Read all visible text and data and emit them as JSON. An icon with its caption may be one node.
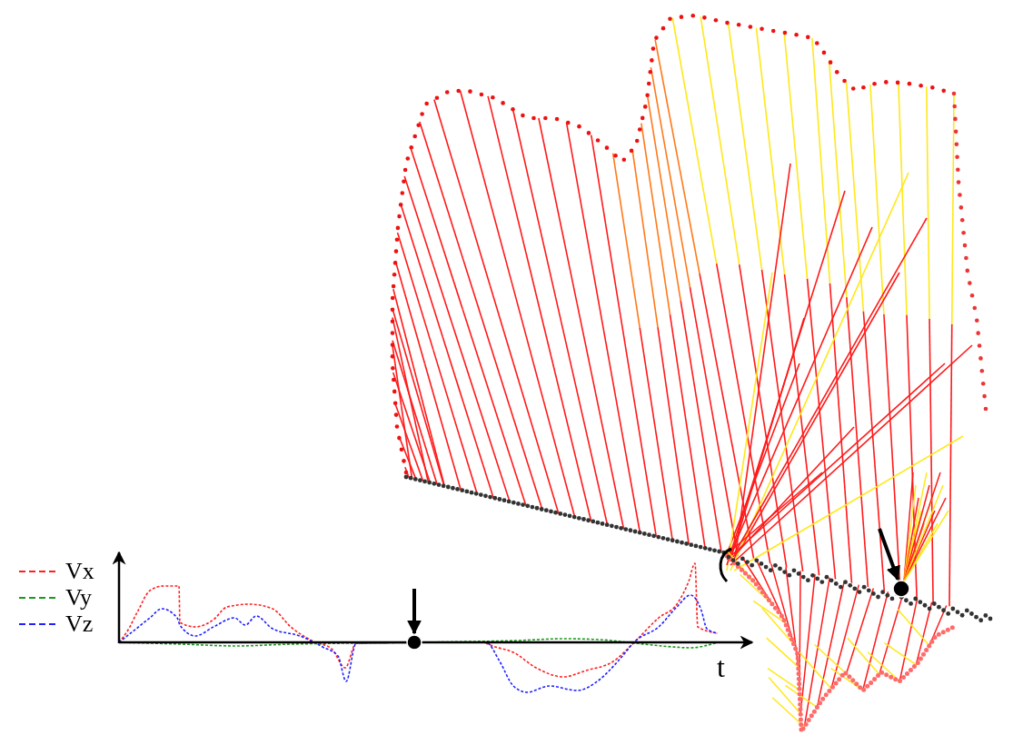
{
  "diagram": {
    "nodes": [
      {
        "text": [],
        "shape": "circle"
      },
      {
        "text": [],
        "shape": "circle"
      }
    ],
    "edges": [
      {
        "from": null,
        "to": 0,
        "arrow": "to"
      },
      {
        "from": null,
        "to": 1,
        "arrow": "to"
      }
    ],
    "labels": [
      "t"
    ],
    "legend": [
      {
        "text": "Vx"
      },
      {
        "text": "Vy"
      },
      {
        "text": "Vz"
      }
    ]
  }
}
